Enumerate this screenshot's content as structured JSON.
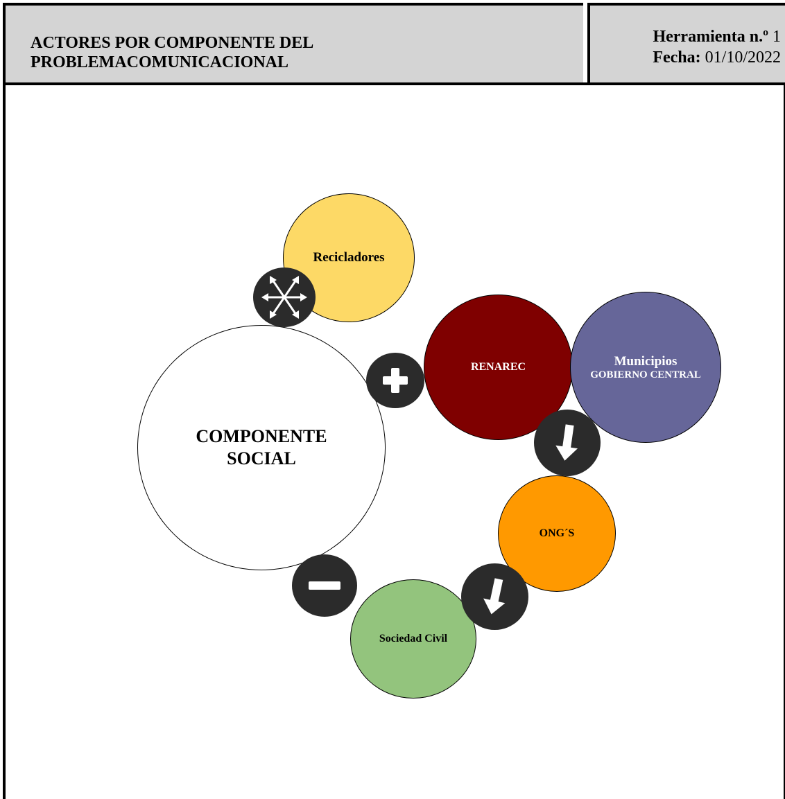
{
  "header": {
    "title_line1": "ACTORES POR COMPONENTE DEL",
    "title_line2": "PROBLEMACOMUNICACIONAL",
    "tool_label": "Herramienta n.º",
    "tool_value": "1",
    "date_label": "Fecha:",
    "date_value": "01/10/2022"
  },
  "diagram": {
    "center": "COMPONENTE SOCIAL",
    "actors": {
      "recicladores": "Recicladores",
      "renarec": "RENAREC",
      "municipios": "Municipios",
      "gobierno_central": "GOBIERNO CENTRAL",
      "ongs": "ONG´S",
      "sociedad_civil": "Sociedad Civil"
    },
    "colors": {
      "recicladores": "#fdd966",
      "renarec": "#7f0000",
      "municipios": "#666699",
      "ongs": "#ff9900",
      "sociedad_civil": "#93c47d",
      "operator": "#2b2b2b"
    },
    "operators": [
      "multi-arrow-icon",
      "plus-icon",
      "down-arrow-icon",
      "down-arrow-icon",
      "minus-icon"
    ]
  }
}
